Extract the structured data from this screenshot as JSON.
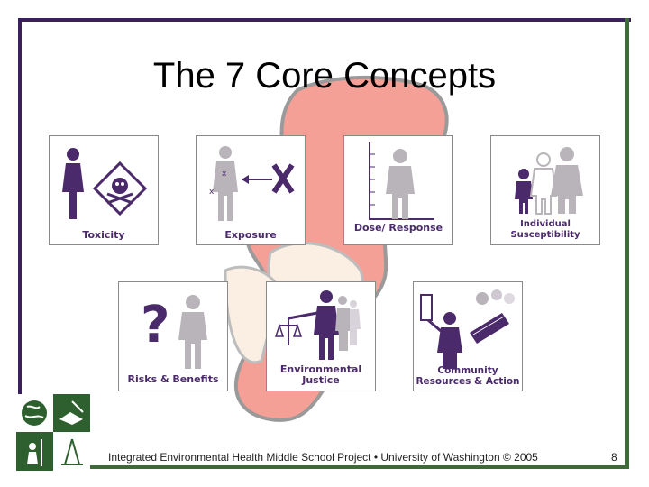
{
  "title": "The 7 Core Concepts",
  "concepts": [
    {
      "label": "Toxicity",
      "icon": "toxicity-icon"
    },
    {
      "label": "Exposure",
      "icon": "exposure-icon"
    },
    {
      "label": "Dose/ Response",
      "icon": "dose-response-icon"
    },
    {
      "label": "Individual Susceptibility",
      "icon": "individual-susceptibility-icon"
    },
    {
      "label": "Risks & Benefits",
      "icon": "risks-benefits-icon"
    },
    {
      "label": "Environmental Justice",
      "icon": "environmental-justice-icon"
    },
    {
      "label": "Community Resources & Action",
      "icon": "community-action-icon"
    }
  ],
  "footer": "Integrated Environmental Health Middle School Project • University of Washington © 2005",
  "page_number": "8",
  "colors": {
    "purple": "#4a2a6a",
    "figure_gray": "#b9b4ba",
    "salmon": "#f4a096",
    "cream": "#fbefe3",
    "frame_purple": "#3a1f5e",
    "frame_green": "#3e6a3a"
  }
}
